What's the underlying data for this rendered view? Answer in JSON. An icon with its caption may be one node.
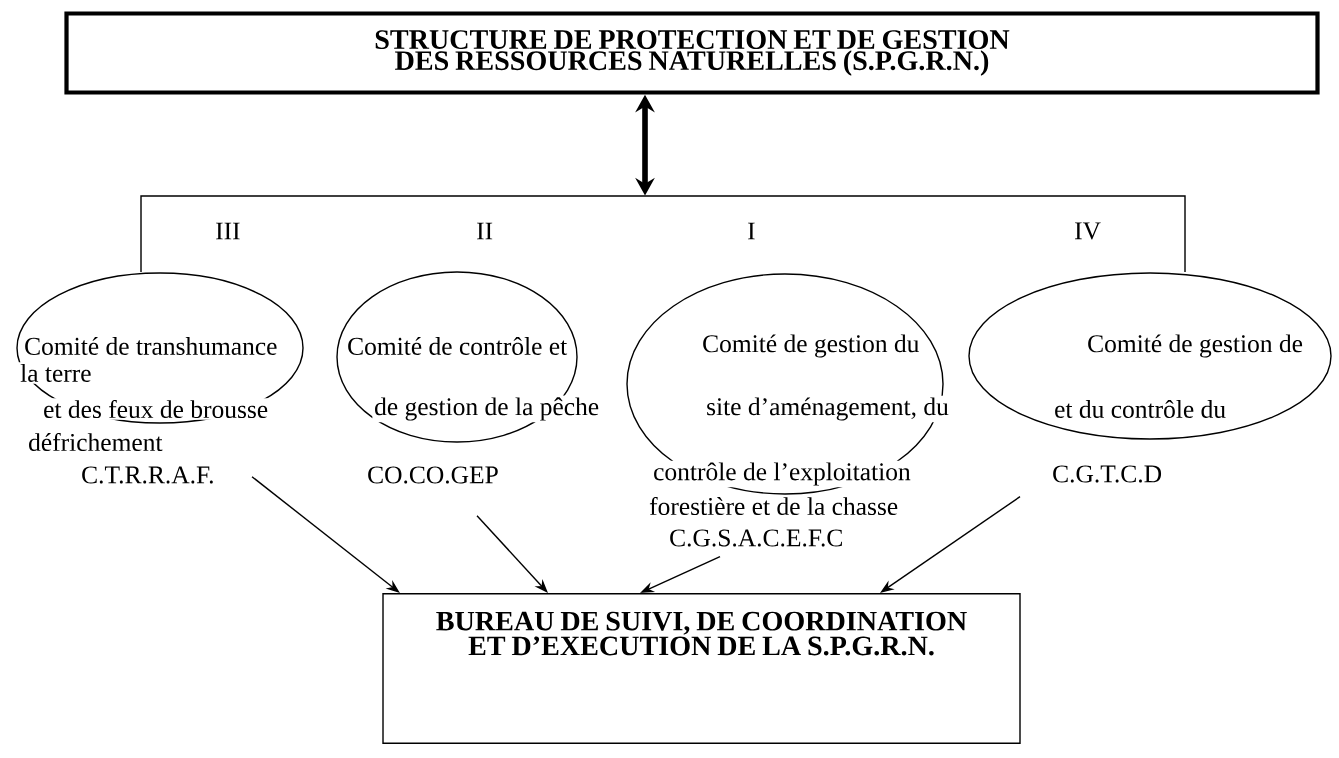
{
  "diagram": {
    "nodes": [
      {
        "text": [
          "STRUCTURE DE PROTECTION ET DE GESTION DES RESSOURCES NATURELLES (S.P.G.R.N.)"
        ]
      },
      {
        "text": [],
        "shape": "bracket"
      },
      {
        "text": [
          "Comité de transhumance",
          "la terre",
          "et des feux de brousse",
          "défrichement",
          "C.T.R.R.A.F."
        ]
      },
      {
        "text": [
          "Comité de contrôle et",
          "de gestion de la pêche",
          "CO.CO.GEP"
        ]
      },
      {
        "text": [
          "Comité de gestion du",
          "site d’aménagement, du",
          "contrôle de l’exploitation",
          "forestière et de la chasse",
          "C.G.S.A.C.E.F.C"
        ]
      },
      {
        "text": [
          "Comité de gestion de",
          "et du contrôle du",
          "C.G.T.C.D"
        ]
      },
      {
        "text": [
          "BUREAU DE SUIVI, DE COORDINATION ET D’EXECUTION DE LA S.P.G.R.N."
        ]
      }
    ],
    "edges": [
      {
        "from": 0,
        "to": 1,
        "arrow": "both",
        "style": "thick"
      },
      {
        "from": 2,
        "to": 6,
        "arrow": "to"
      },
      {
        "from": 3,
        "to": 6,
        "arrow": "to"
      },
      {
        "from": 4,
        "to": 6,
        "arrow": "to"
      },
      {
        "from": 5,
        "to": 6,
        "arrow": "to"
      }
    ],
    "labels": [
      "III",
      "II",
      "I",
      "IV"
    ]
  }
}
